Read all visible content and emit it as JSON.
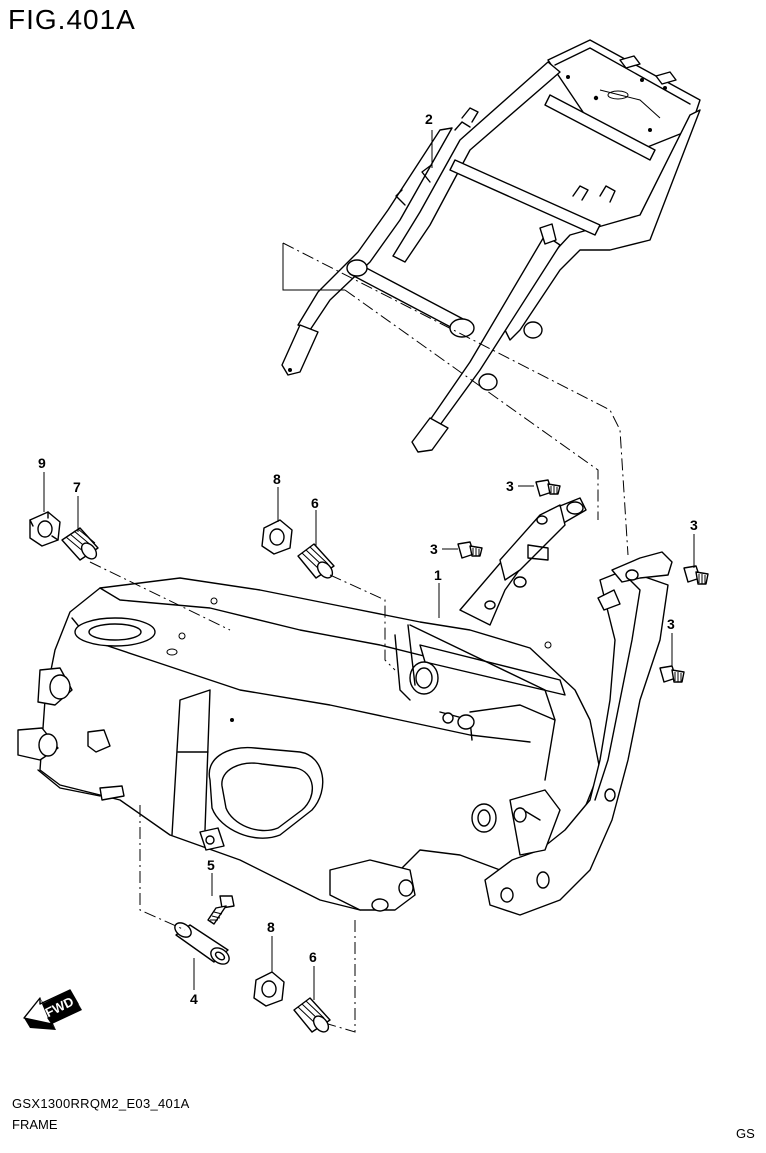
{
  "figure": {
    "title": "FIG.401A",
    "code": "GSX1300RRQM2_E03_401A",
    "name": "FRAME",
    "region": "GS"
  },
  "fwd_label": "FWD",
  "parts": {
    "p1": "1",
    "p2": "2",
    "p3a": "3",
    "p3b": "3",
    "p3c": "3",
    "p3d": "3",
    "p4": "4",
    "p5": "5",
    "p6a": "6",
    "p6b": "6",
    "p7": "7",
    "p8a": "8",
    "p8b": "8",
    "p9": "9"
  }
}
